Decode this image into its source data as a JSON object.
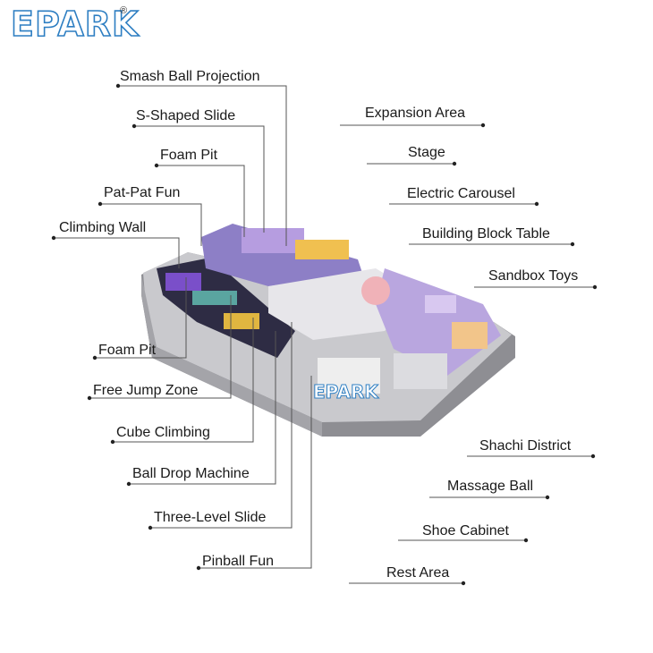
{
  "logo": {
    "text": "EPARK",
    "registered_mark": "®"
  },
  "labels": {
    "smash_ball_projection": "Smash Ball Projection",
    "s_shaped_slide": "S-Shaped Slide",
    "foam_pit_top": "Foam Pit",
    "pat_pat_fun": "Pat-Pat Fun",
    "climbing_wall": "Climbing Wall",
    "foam_pit_bottom": "Foam Pit",
    "free_jump_zone": "Free Jump Zone",
    "cube_climbing": "Cube Climbing",
    "ball_drop_machine": "Ball Drop Machine",
    "three_level_slide": "Three-Level Slide",
    "pinball_fun": "Pinball Fun",
    "expansion_area": "Expansion Area",
    "stage": "Stage",
    "electric_carousel": "Electric Carousel",
    "building_block_table": "Building Block Table",
    "sandbox_toys": "Sandbox Toys",
    "shachi_district": "Shachi District",
    "massage_ball": "Massage Ball",
    "shoe_cabinet": "Shoe Cabinet",
    "rest_area": "Rest Area"
  },
  "floor_watermark": "EPARK"
}
